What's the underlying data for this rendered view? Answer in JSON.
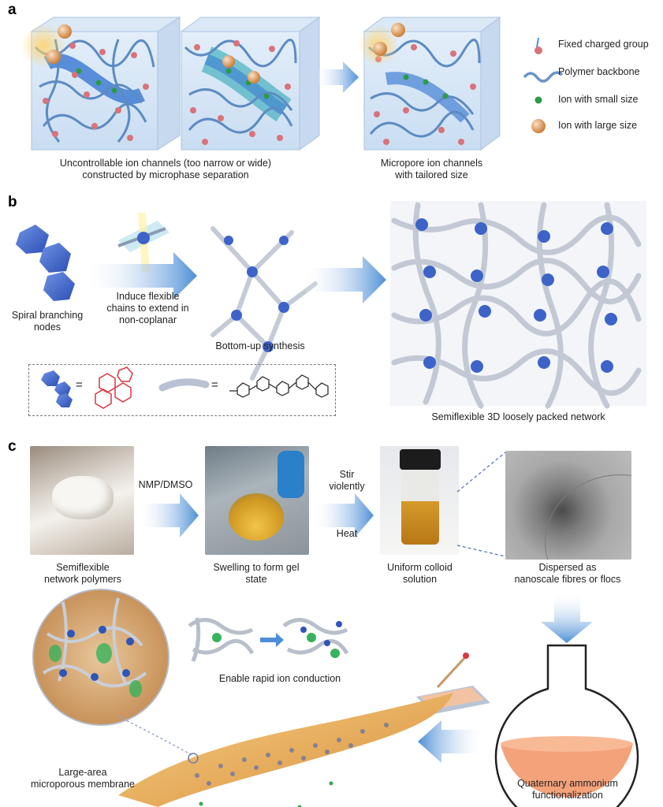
{
  "panels": {
    "a": "a",
    "b": "b",
    "c": "c"
  },
  "panel_a": {
    "caption_left": [
      "Uncontrollable ion channels (too narrow or wide)",
      "constructed by microphase separation"
    ],
    "caption_right": [
      "Micropore ion channels",
      "with tailored size"
    ],
    "legend": [
      {
        "label": "Fixed charged group",
        "icon": "charged-group-icon"
      },
      {
        "label": "Polymer backbone",
        "icon": "polymer-backbone-icon"
      },
      {
        "label": "Ion with small size",
        "icon": "small-ion-icon"
      },
      {
        "label": "Ion with large size",
        "icon": "large-ion-icon"
      }
    ]
  },
  "panel_b": {
    "node_label": [
      "Spiral branching",
      "nodes"
    ],
    "arrow1_label": [
      "Induce flexible",
      "chains to extend in",
      "non-coplanar"
    ],
    "synthesis_label": "Bottom-up synthesis",
    "network_label": "Semiflexible 3D loosely packed network",
    "equals": "="
  },
  "panel_c": {
    "photo1_label": [
      "Semiflexible",
      "network polymers"
    ],
    "arrow1_label": "NMP/DMSO",
    "photo2_label": [
      "Swelling to form gel",
      "state"
    ],
    "arrow2_label_top": [
      "Stir",
      "violently"
    ],
    "arrow2_label_bottom": "Heat",
    "photo3_label": [
      "Uniform colloid",
      "solution"
    ],
    "photo4_label": [
      "Dispersed as",
      "nanoscale fibres or flocs"
    ],
    "conduction_label": "Enable rapid ion conduction",
    "membrane_label": [
      "Large-area",
      "microporous membrane"
    ],
    "flask_label": [
      "Quaternary ammonium",
      "functionalization"
    ]
  },
  "colors": {
    "accent_blue": "#4d8fd6",
    "node_blue": "#3d63c9",
    "charged_red": "#d9737a",
    "small_ion_green": "#2c9a4a",
    "large_ion_orange": "#d98f55",
    "flask_fill": "#f4a27a",
    "membrane_gold": "#e9b061"
  }
}
